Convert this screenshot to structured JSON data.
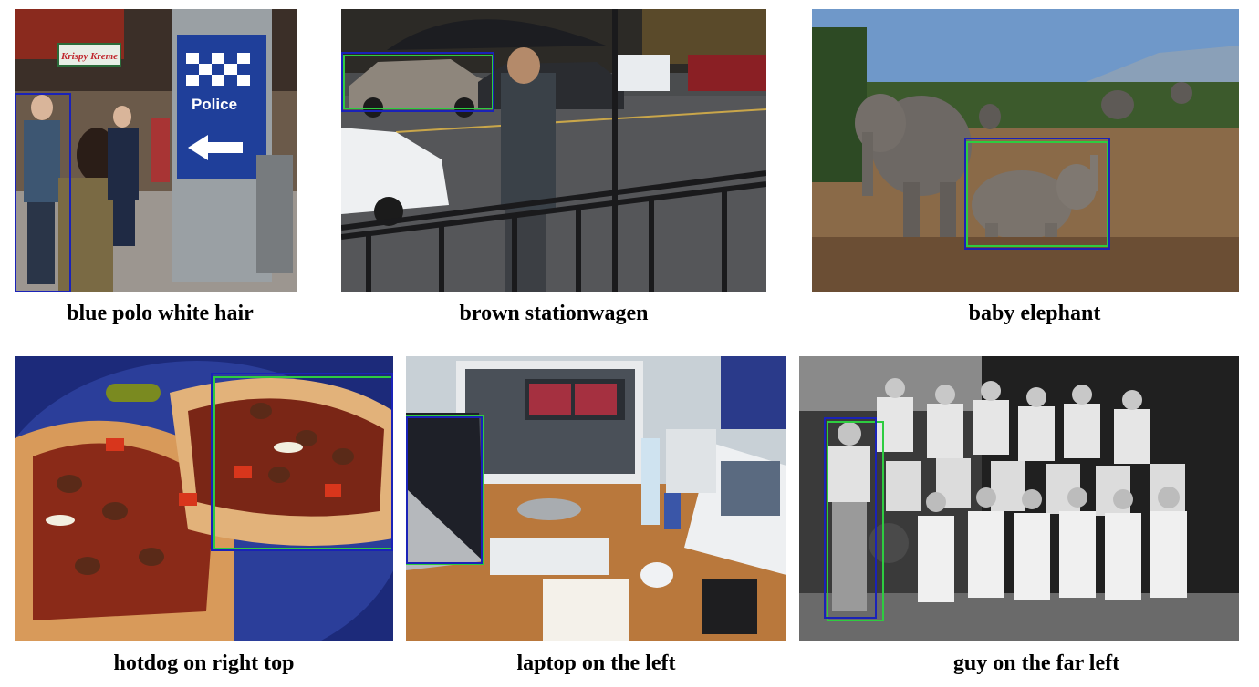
{
  "figure": {
    "panels": [
      {
        "id": "p1",
        "caption": "blue polo white hair",
        "sign_text": "Police",
        "store_sign": "Krispy Kreme"
      },
      {
        "id": "p2",
        "caption": "brown stationwagen"
      },
      {
        "id": "p3",
        "caption": "baby elephant"
      },
      {
        "id": "p4",
        "caption": "hotdog on right top"
      },
      {
        "id": "p5",
        "caption": "laptop on the left"
      },
      {
        "id": "p6",
        "caption": "guy on the far left"
      }
    ],
    "colors": {
      "ground_truth_box": "#2ecc40",
      "prediction_box": "#1a22b8"
    }
  }
}
